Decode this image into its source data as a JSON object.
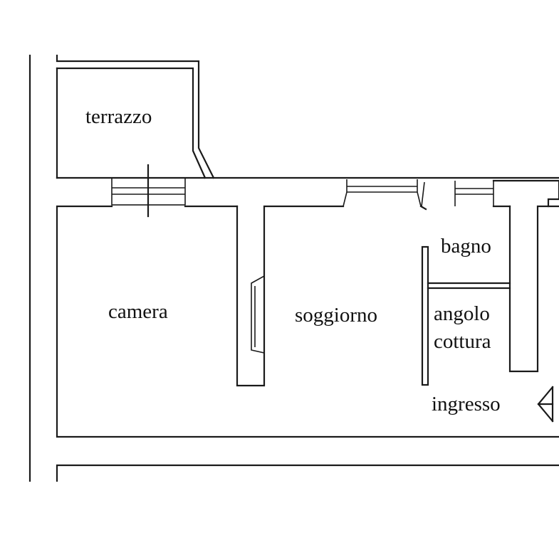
{
  "floor_plan": {
    "rooms": {
      "terrazzo": "terrazzo",
      "camera": "camera",
      "soggiorno": "soggiorno",
      "bagno": "bagno",
      "angolo_cottura_line1": "angolo",
      "angolo_cottura_line2": "cottura",
      "ingresso": "ingresso"
    }
  }
}
